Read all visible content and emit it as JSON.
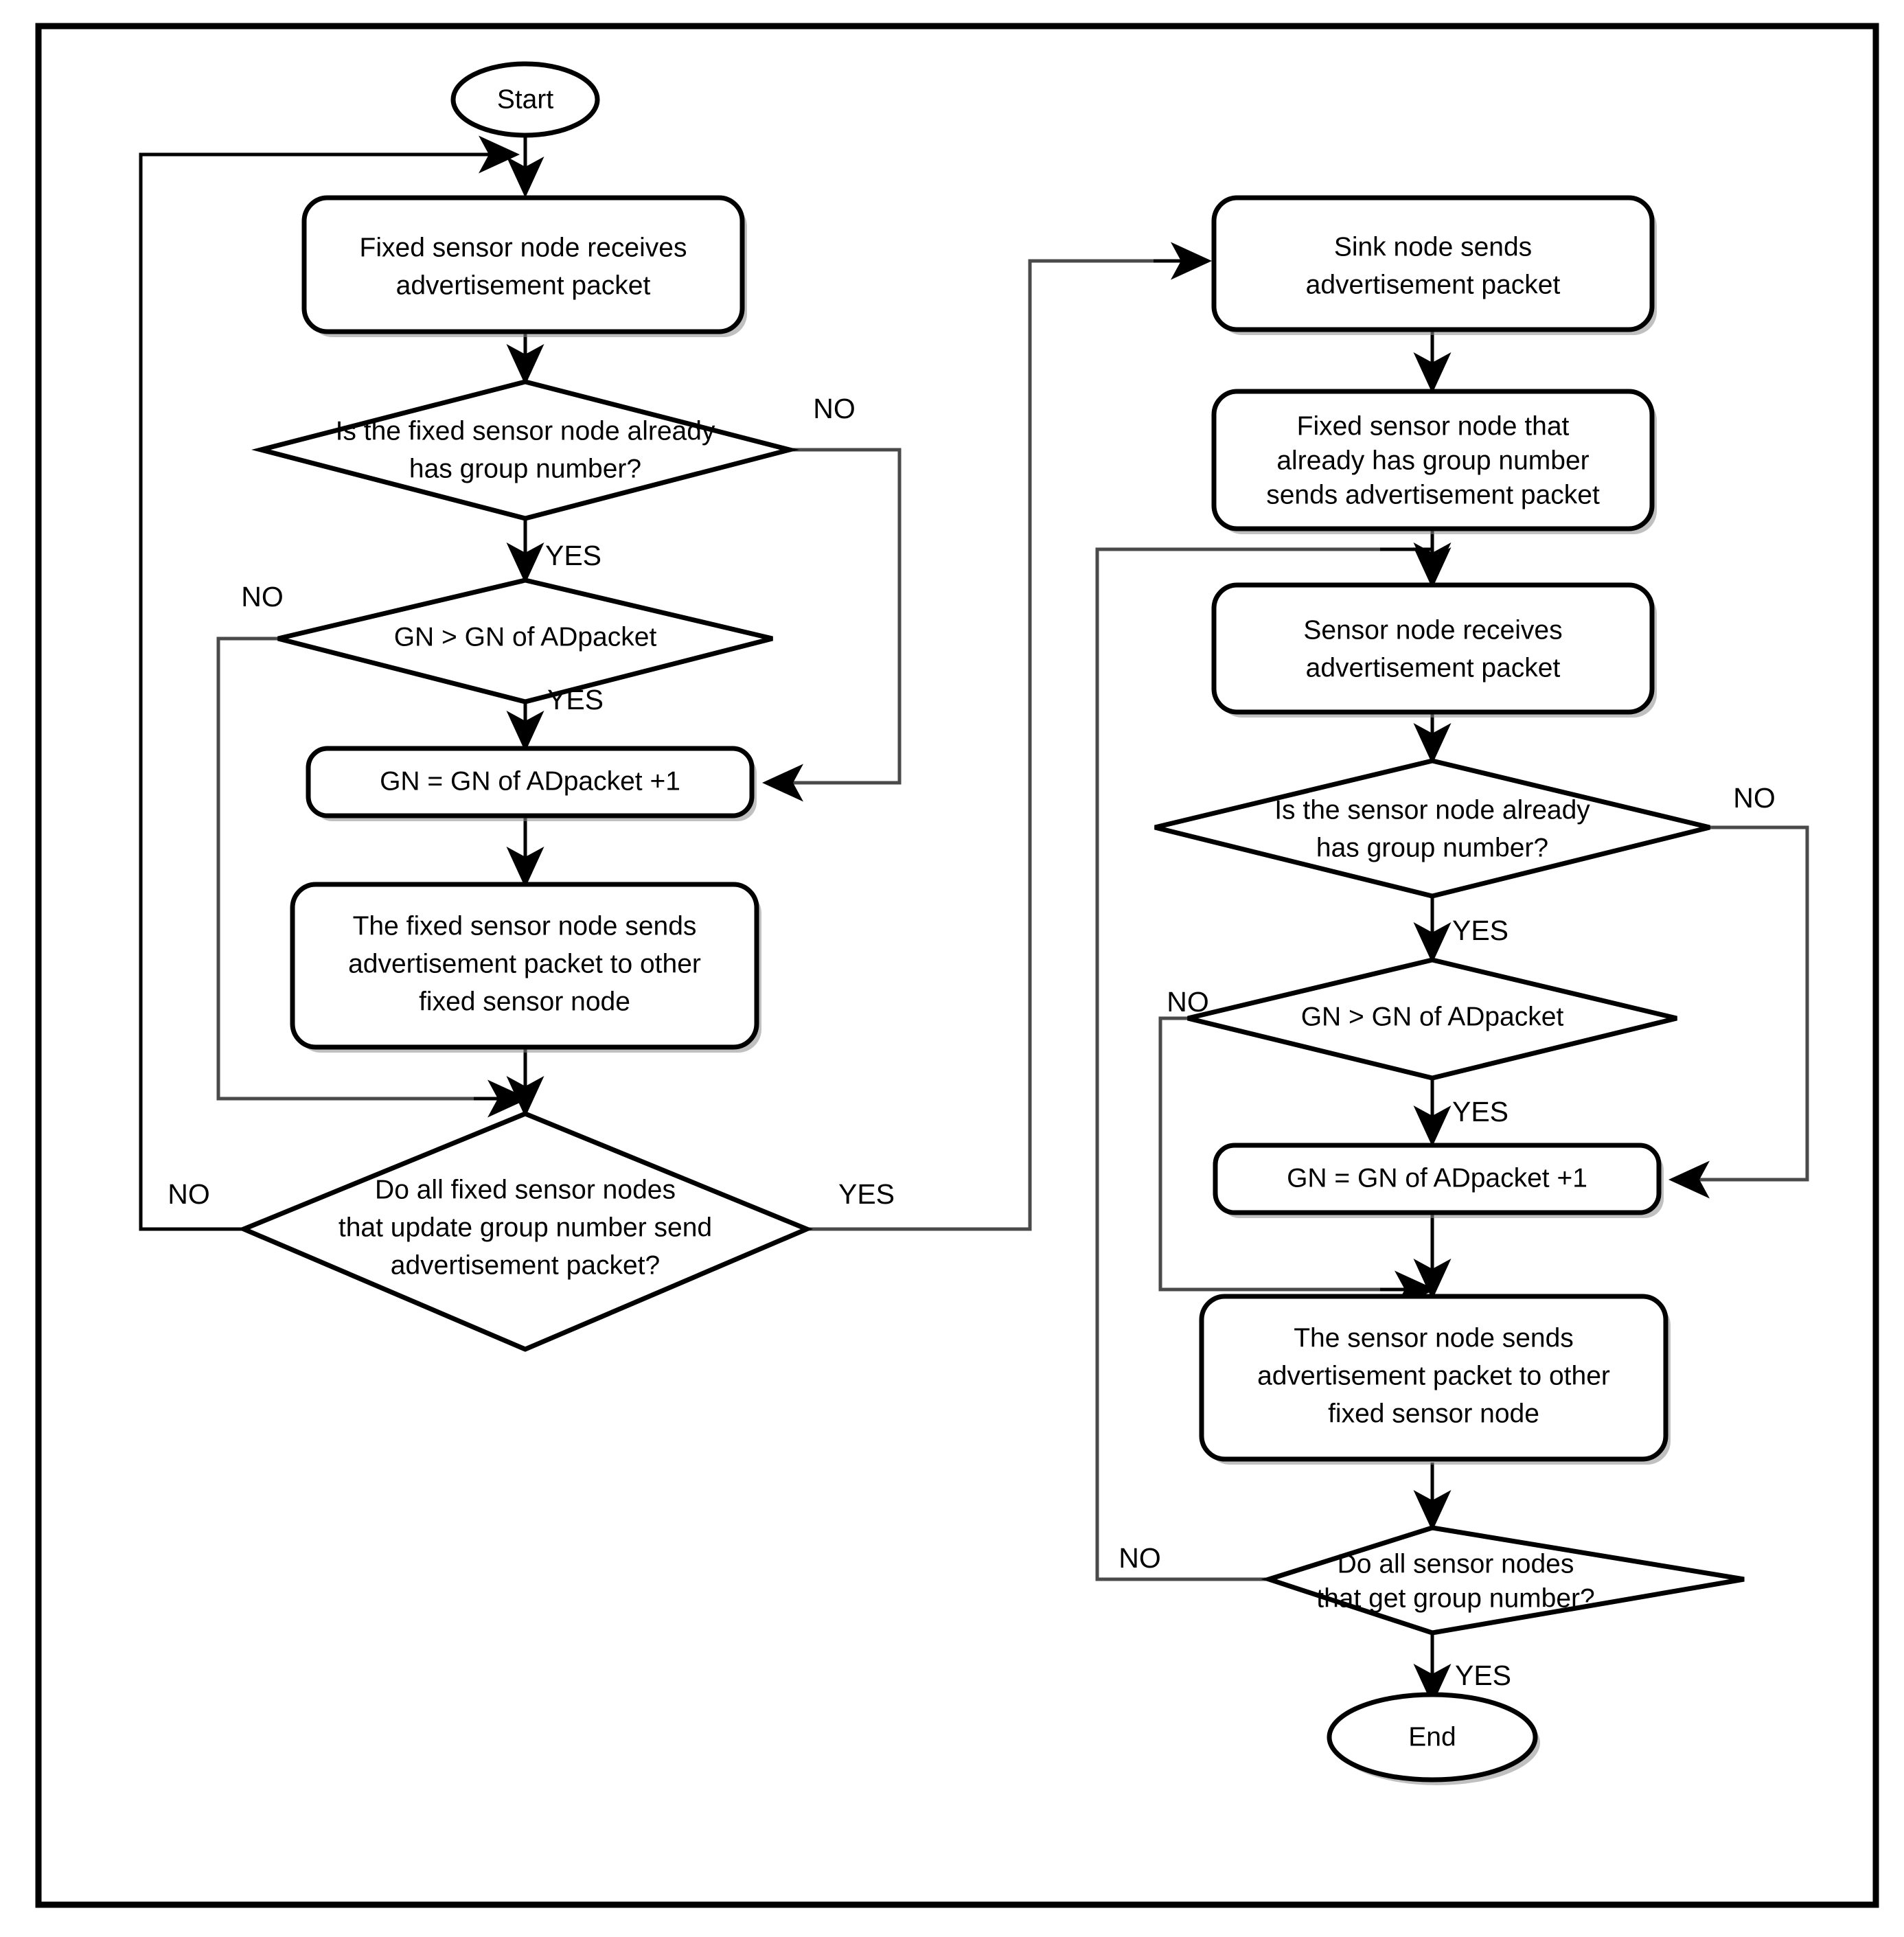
{
  "figure": {
    "type": "flowchart",
    "border": true,
    "background_color": "#ffffff",
    "line_color": "#000000",
    "text_color": "#000000"
  },
  "nodes": {
    "start": {
      "id": "start",
      "shape": "terminator",
      "label": "Start"
    },
    "left_receive": {
      "id": "left_receive",
      "shape": "process",
      "lines": [
        "Fixed sensor node receives",
        "advertisement packet"
      ]
    },
    "left_has_gn": {
      "id": "left_has_gn",
      "shape": "decision",
      "lines": [
        "Is the fixed sensor node already",
        "has group number?"
      ]
    },
    "left_gn_cmp": {
      "id": "left_gn_cmp",
      "shape": "decision",
      "lines": [
        "GN > GN of ADpacket"
      ]
    },
    "left_gn_set": {
      "id": "left_gn_set",
      "shape": "process",
      "lines": [
        "GN = GN of ADpacket +1"
      ]
    },
    "left_send": {
      "id": "left_send",
      "shape": "process",
      "lines": [
        "The fixed sensor node sends",
        "advertisement packet to other",
        "fixed sensor node"
      ]
    },
    "left_all_done": {
      "id": "left_all_done",
      "shape": "decision",
      "lines": [
        "Do all fixed sensor nodes",
        "that update group number send",
        "advertisement packet?"
      ]
    },
    "sink_send": {
      "id": "sink_send",
      "shape": "process",
      "lines": [
        "Sink node sends",
        "advertisement packet"
      ]
    },
    "fixed_has_gn_send": {
      "id": "fixed_has_gn_send",
      "shape": "process",
      "lines": [
        "Fixed sensor node that",
        "already has group number",
        "sends advertisement packet"
      ]
    },
    "right_receive": {
      "id": "right_receive",
      "shape": "process",
      "lines": [
        "Sensor node receives",
        "advertisement packet"
      ]
    },
    "right_has_gn": {
      "id": "right_has_gn",
      "shape": "decision",
      "lines": [
        "Is the sensor node already",
        "has group number?"
      ]
    },
    "right_gn_cmp": {
      "id": "right_gn_cmp",
      "shape": "decision",
      "lines": [
        "GN > GN of ADpacket"
      ]
    },
    "right_gn_set": {
      "id": "right_gn_set",
      "shape": "process",
      "lines": [
        "GN = GN of ADpacket +1"
      ]
    },
    "right_send": {
      "id": "right_send",
      "shape": "process",
      "lines": [
        "The sensor node sends",
        "advertisement packet to other",
        "fixed sensor node"
      ]
    },
    "right_all_done": {
      "id": "right_all_done",
      "shape": "decision",
      "lines": [
        "Do all sensor nodes",
        "that get group number?"
      ]
    },
    "end": {
      "id": "end",
      "shape": "terminator",
      "label": "End"
    }
  },
  "edge_labels": {
    "left_has_gn_no": "NO",
    "left_has_gn_yes": "YES",
    "left_gn_cmp_no": "NO",
    "left_gn_cmp_yes": "YES",
    "left_all_done_no": "NO",
    "left_all_done_yes": "YES",
    "right_has_gn_no": "NO",
    "right_has_gn_yes": "YES",
    "right_gn_cmp_no": "NO",
    "right_gn_cmp_yes": "YES",
    "right_all_done_no": "NO",
    "right_all_done_yes": "YES"
  }
}
